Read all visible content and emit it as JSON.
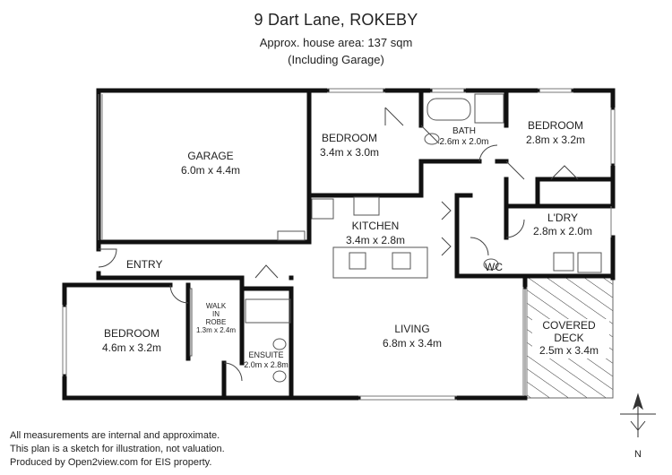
{
  "header": {
    "title": "9 Dart Lane, ROKEBY",
    "area": "Approx. house area: 137 sqm",
    "including": "(Including Garage)"
  },
  "rooms": {
    "garage": {
      "name": "GARAGE",
      "size": "6.0m x 4.4m"
    },
    "bedroom_center": {
      "name": "BEDROOM",
      "size": "3.4m x 3.0m"
    },
    "bath": {
      "name": "BATH",
      "size": "2.6m x 2.0m"
    },
    "bedroom_right": {
      "name": "BEDROOM",
      "size": "2.8m x 3.2m"
    },
    "kitchen": {
      "name": "KITCHEN",
      "size": "3.4m x 2.8m"
    },
    "laundry": {
      "name": "L'DRY",
      "size": "2.8m x 2.0m"
    },
    "entry": {
      "name": "ENTRY"
    },
    "wc": {
      "name": "WC"
    },
    "walk_in_robe": {
      "line1": "WALK",
      "line2": "IN",
      "line3": "ROBE",
      "size": "1.3m x 2.4m"
    },
    "bedroom_left": {
      "name": "BEDROOM",
      "size": "4.6m x 3.2m"
    },
    "ensuite": {
      "name": "ENSUITE",
      "size": "2.0m x 2.8m"
    },
    "living": {
      "name": "LIVING",
      "size": "6.8m x 3.4m"
    },
    "covered_deck": {
      "line1": "COVERED",
      "line2": "DECK",
      "size": "2.5m x 3.4m"
    }
  },
  "compass": {
    "label": "N"
  },
  "footer": {
    "line1": "All measurements are internal and approximate.",
    "line2": "This plan is a sketch for illustration, not valuation.",
    "line3": "Produced by Open2view.com for EIS property."
  }
}
